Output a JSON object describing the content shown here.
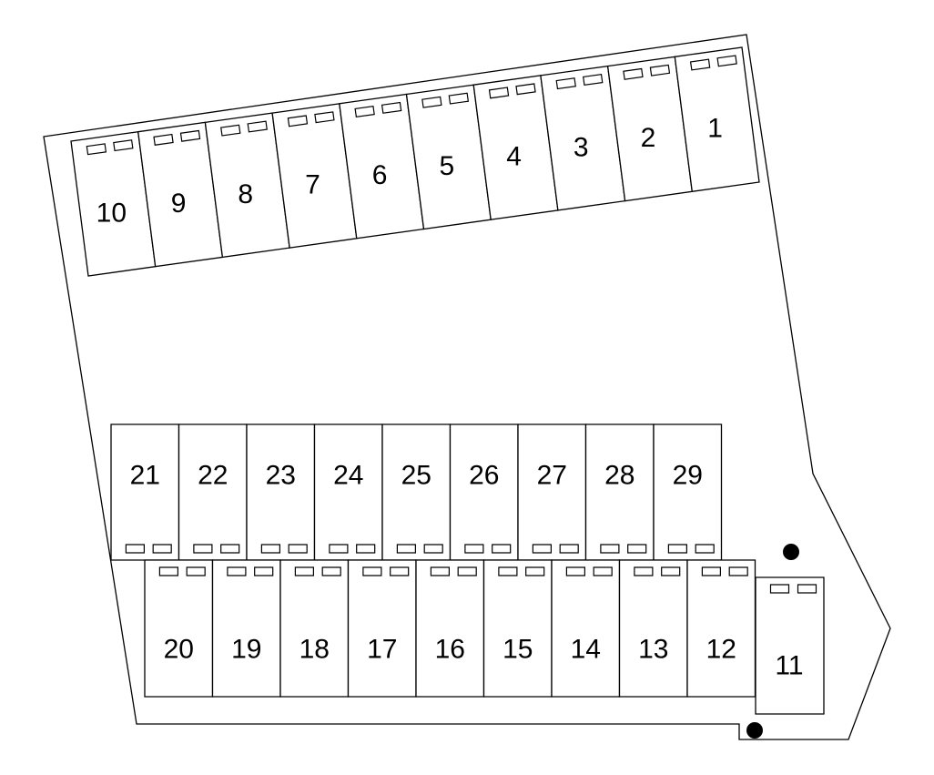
{
  "lot": {
    "top_row": [
      "10",
      "9",
      "8",
      "7",
      "6",
      "5",
      "4",
      "3",
      "2",
      "1"
    ],
    "middle_row": [
      "21",
      "22",
      "23",
      "24",
      "25",
      "26",
      "27",
      "28",
      "29"
    ],
    "bottom_row": [
      "20",
      "19",
      "18",
      "17",
      "16",
      "15",
      "14",
      "13",
      "12"
    ],
    "end_space": "11"
  }
}
